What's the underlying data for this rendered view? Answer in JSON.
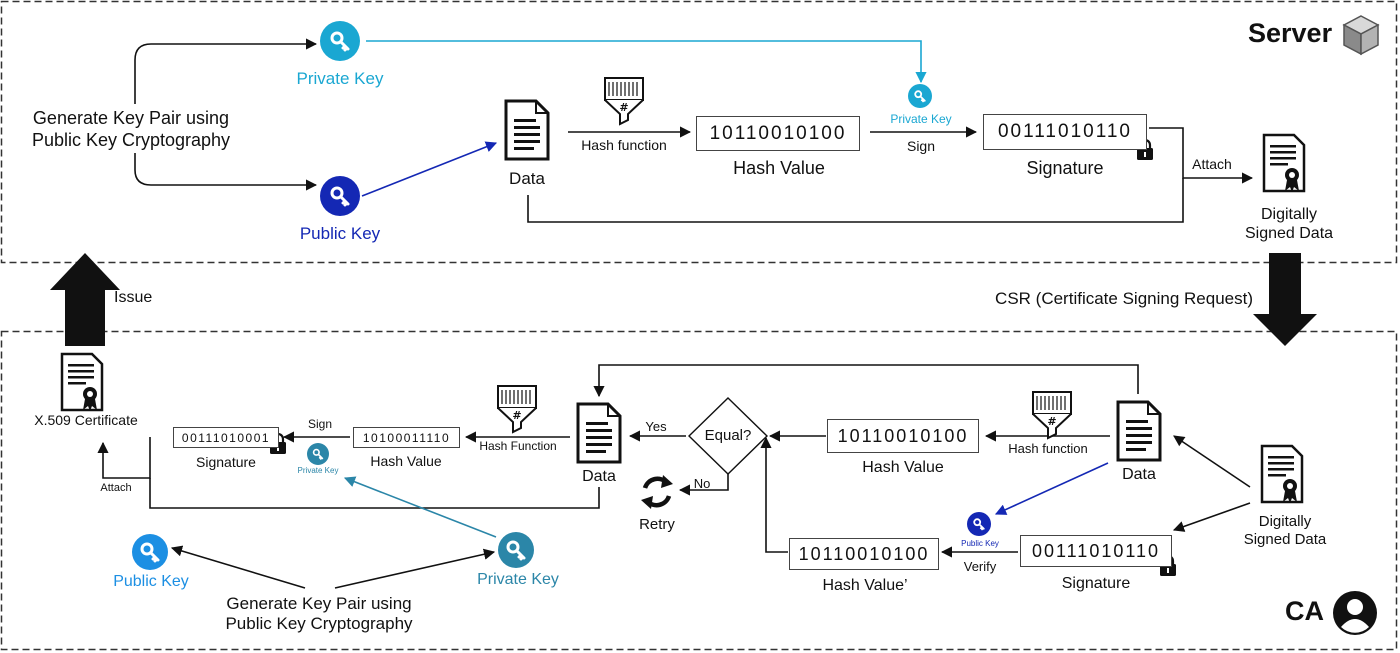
{
  "server": {
    "title": "Server",
    "gen_label": "Generate Key Pair using\nPublic Key Cryptography",
    "private_key": "Private Key",
    "public_key": "Public Key",
    "data": "Data",
    "hash_function": "Hash function",
    "hash_bits": "10110010100",
    "hash_value": "Hash Value",
    "sign_key": "Private Key",
    "sign": "Sign",
    "sig_bits": "00111010110",
    "signature": "Signature",
    "attach": "Attach",
    "signed_data": "Digitally\nSigned Data"
  },
  "middle": {
    "issue": "Issue",
    "csr": "CSR (Certificate Signing Request)"
  },
  "ca": {
    "title": "CA",
    "certificate": "X.509 Certificate",
    "sig_bits": "00111010001",
    "signature": "Signature",
    "sign": "Sign",
    "sign_key": "Private Key",
    "hash_bits": "10100011110",
    "hash_value": "Hash Value",
    "hash_function": "Hash Function",
    "data": "Data",
    "yes": "Yes",
    "equal": "Equal?",
    "no": "No",
    "retry": "Retry",
    "attach": "Attach",
    "recv_hash_bits": "10110010100",
    "recv_hash_value": "Hash Value",
    "recv_hash_function": "Hash function",
    "recv_data": "Data",
    "verify_key": "Public Key",
    "hash_prime_bits": "10110010100",
    "hash_prime": "Hash Value’",
    "verify": "Verify",
    "recv_sig_bits": "00111010110",
    "recv_signature": "Signature",
    "recv_signed_data": "Digitally\nSigned Data",
    "public_key": "Public Key",
    "private_key": "Private Key",
    "gen_label": "Generate Key Pair using\nPublic Key Cryptography"
  },
  "colors": {
    "private_key_cyan": "#1aa7d2",
    "public_key_blue": "#1428b4",
    "ca_public_key": "#1c8fe3",
    "ca_private_key": "#2b86a8"
  },
  "icons": [
    "key-icon",
    "document-icon",
    "hash-funnel-icon",
    "lock-icon",
    "certificate-icon",
    "cube-icon",
    "user-icon",
    "retry-icon"
  ]
}
